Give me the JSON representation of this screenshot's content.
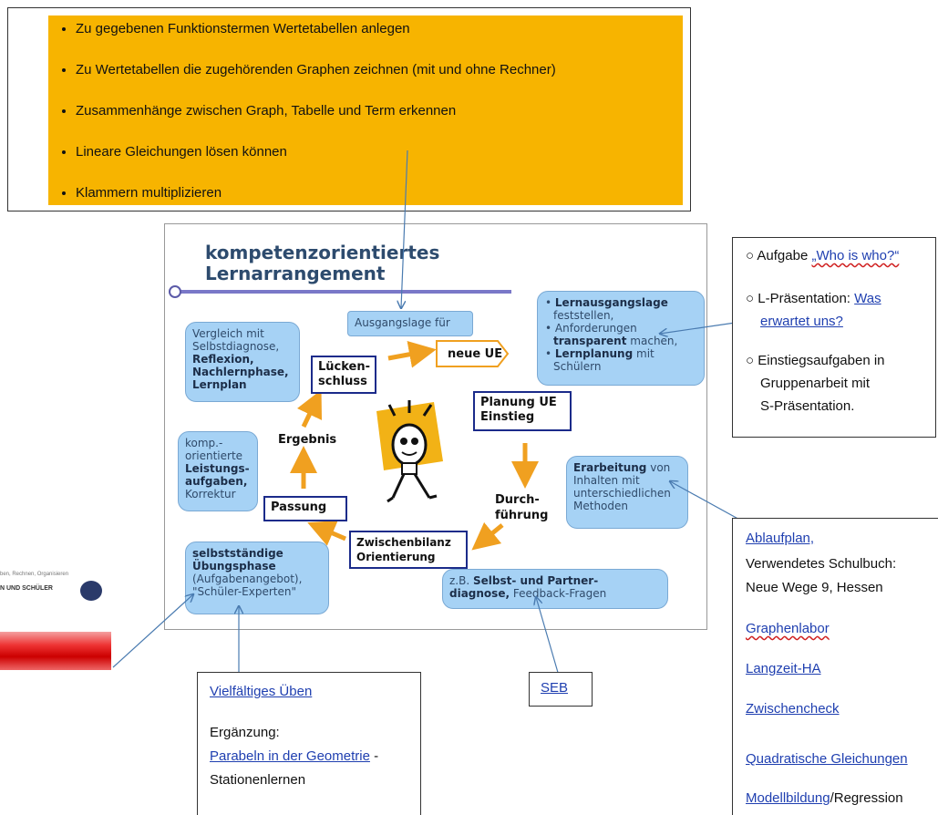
{
  "goals": [
    "Zu gegebenen Funktionstermen Wertetabellen anlegen",
    "Zu Wertetabellen die zugehörenden Graphen zeichnen (mit und ohne Rechner)",
    "Zusammenhänge zwischen Graph, Tabelle und Term erkennen",
    "Lineare Gleichungen lösen können",
    "Klammern multiplizieren"
  ],
  "diagram": {
    "title_line1": "kompetenzorientiertes",
    "title_line2": "Lernarrangement",
    "ausgangslage": "Ausgangslage für",
    "neue_ue": "neue UE",
    "lueckenschluss_1": "Lücken-",
    "lueckenschluss_2": "schluss",
    "vergleich": [
      "Vergleich mit",
      "Selbstdiagnose,",
      "Reflexion,",
      "Nachlernphase,",
      "Lernplan"
    ],
    "lernausgangslage": [
      "Lernausgangslage",
      "feststellen,",
      "Anforderungen",
      "transparent",
      "machen,",
      "Lernplanung",
      "mit",
      "Schülern"
    ],
    "planung_1": "Planung UE",
    "planung_2": "Einstieg",
    "ergebnis": "Ergebnis",
    "komp": [
      "komp.-",
      "orientierte",
      "Leistungs-",
      "aufgaben,",
      "Korrektur"
    ],
    "durchfuehrung_1": "Durch-",
    "durchfuehrung_2": "führung",
    "erarbeitung": [
      "Erarbeitung",
      "von",
      "Inhalten mit",
      "unterschiedlichen",
      "Methoden"
    ],
    "passung": "Passung",
    "zwischenbilanz_1": "Zwischenbilanz",
    "zwischenbilanz_2": "Orientierung",
    "uebungsphase": [
      "selbstständige",
      "Übungsphase",
      "(Aufgabenangebot),",
      "\"Schüler-Experten\""
    ],
    "diagnose": [
      "z.B.",
      "Selbst- und Partner-",
      "diagnose,",
      "Feedback-Fragen"
    ]
  },
  "tasks": {
    "item1_prefix": "Aufgabe",
    "item1_link": "„Who is who?“",
    "item2_prefix": "L-Präsentation:",
    "item2_link_1": "Was",
    "item2_link_2": "erwartet uns?",
    "item3_1": "Einstiegsaufgaben in",
    "item3_2": "Gruppenarbeit mit",
    "item3_3": "S-Präsentation."
  },
  "plan": {
    "ablaufplan": "Ablaufplan,",
    "schulbuch_1": "Verwendetes Schulbuch:",
    "schulbuch_2": "Neue Wege 9, Hessen",
    "graphenlabor": "Graphenlabor",
    "langzeit": "Langzeit-HA",
    "zwischencheck": "Zwischencheck",
    "quadratische": "Quadratische Gleichungen",
    "modellbildung": "Modellbildung",
    "regression": "/Regression"
  },
  "ueben": {
    "link": "Vielfältiges Üben",
    "ergaenzung": "Ergänzung:",
    "parabeln": "Parabeln in der Geometrie",
    "dash": " -",
    "stationen": "Stationenlernen"
  },
  "seb": "SEB",
  "cutoff": {
    "line1": "ben, Rechnen, Organisieren",
    "line2": "N UND SCHÜLER"
  },
  "colors": {
    "goal_fill": "#f7b400",
    "bubble": "#a6d2f5",
    "box_border": "#1b2b8a",
    "arrow": "#f0a020",
    "link": "#1f3fb0"
  }
}
